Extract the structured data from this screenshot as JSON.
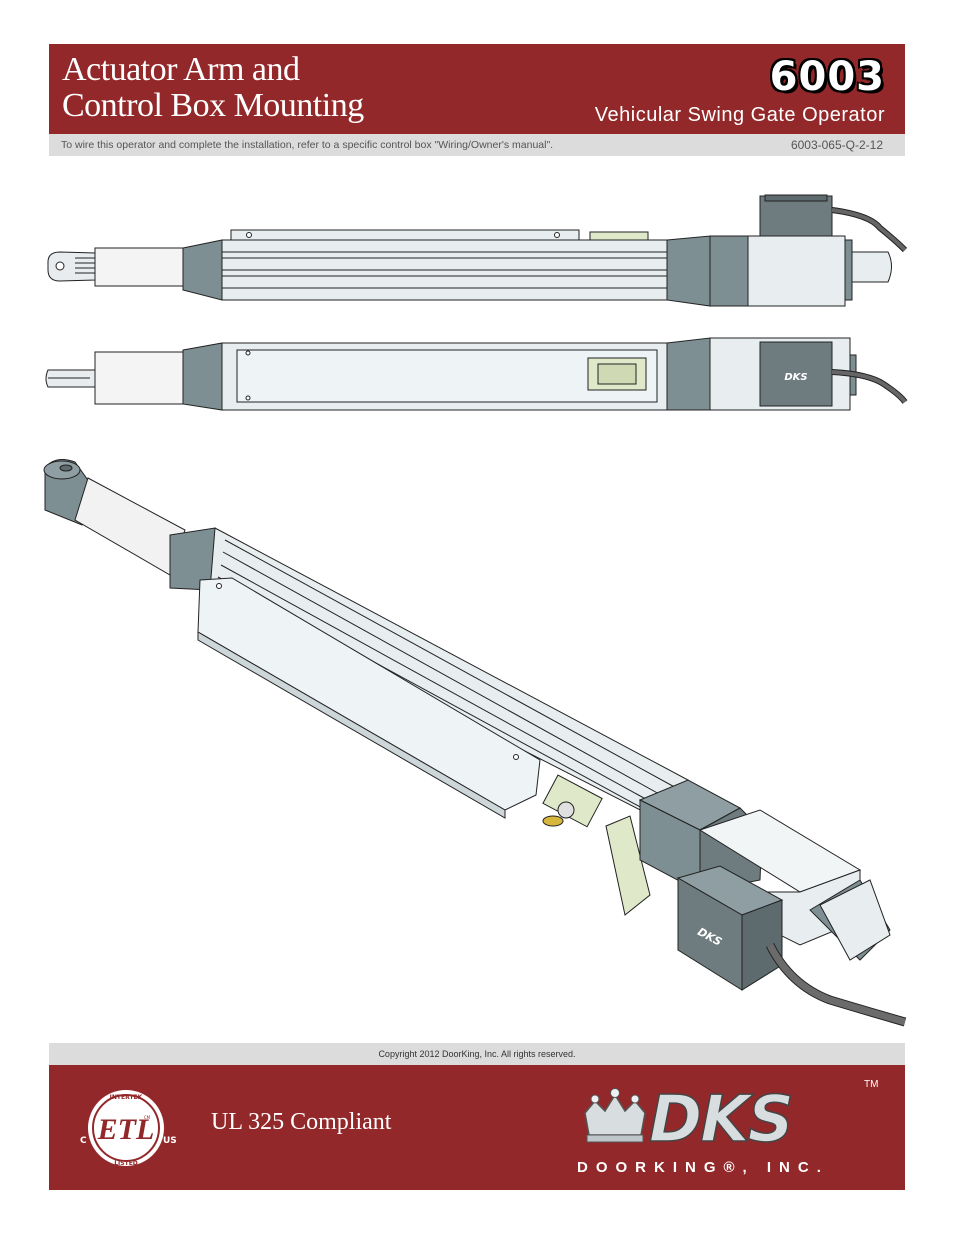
{
  "header": {
    "title_line1": "Actuator Arm and",
    "title_line2": "Control Box Mounting",
    "model": "6003",
    "subtitle": "Vehicular Swing Gate Operator"
  },
  "subbar": {
    "note": "To wire this operator and complete the installation, refer to a specific control box \"Wiring/Owner's manual\".",
    "doc_number": "6003-065-Q-2-12"
  },
  "illustration": {
    "box_logo": "DKS"
  },
  "copyright": "Copyright 2012 DoorKing, Inc. All rights reserved.",
  "footer": {
    "compliance": "UL 325 Compliant",
    "etl": {
      "top": "INTERTEK",
      "bottom": "LISTED",
      "left": "C",
      "right": "US",
      "center": "ETL",
      "small": "CM"
    },
    "logo": "DKS",
    "tm": "TM",
    "company": "DOORKING®, INC."
  },
  "colors": {
    "brand_red": "#93282a",
    "bar_gray": "#dcdcdc",
    "body_gray": "#7d8f93",
    "panel_light": "#e8eef0"
  }
}
